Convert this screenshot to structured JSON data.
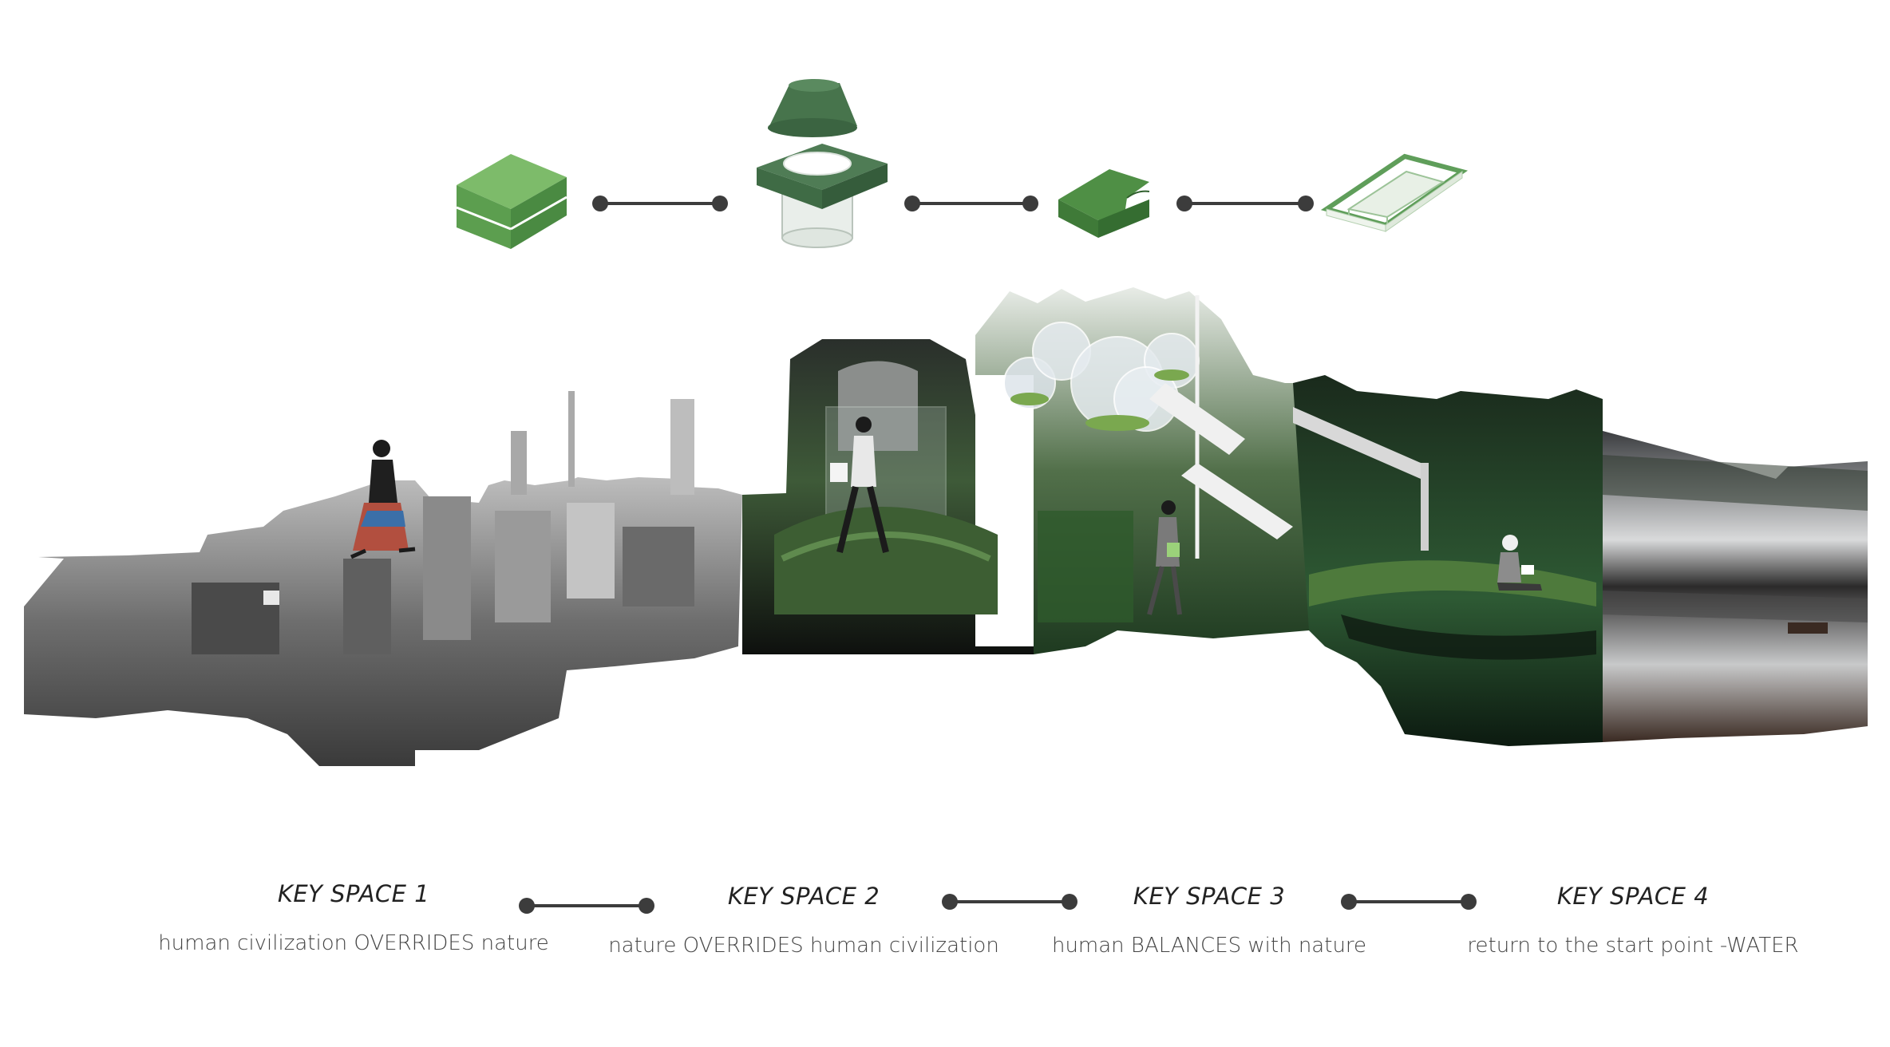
{
  "key_spaces": [
    {
      "title": "KEY SPACE 1",
      "desc": "human civilization OVERRIDES nature"
    },
    {
      "title": "KEY SPACE 2",
      "desc": "nature OVERRIDES human civilization"
    },
    {
      "title": "KEY SPACE 3",
      "desc": "human BALANCES with nature"
    },
    {
      "title": "KEY SPACE 4",
      "desc": "return to the start point -WATER"
    }
  ],
  "colors": {
    "green_light": "#6fae5e",
    "green_mid": "#4f8f45",
    "green_dark": "#3f6e45",
    "connector": "#3c3c3c"
  }
}
